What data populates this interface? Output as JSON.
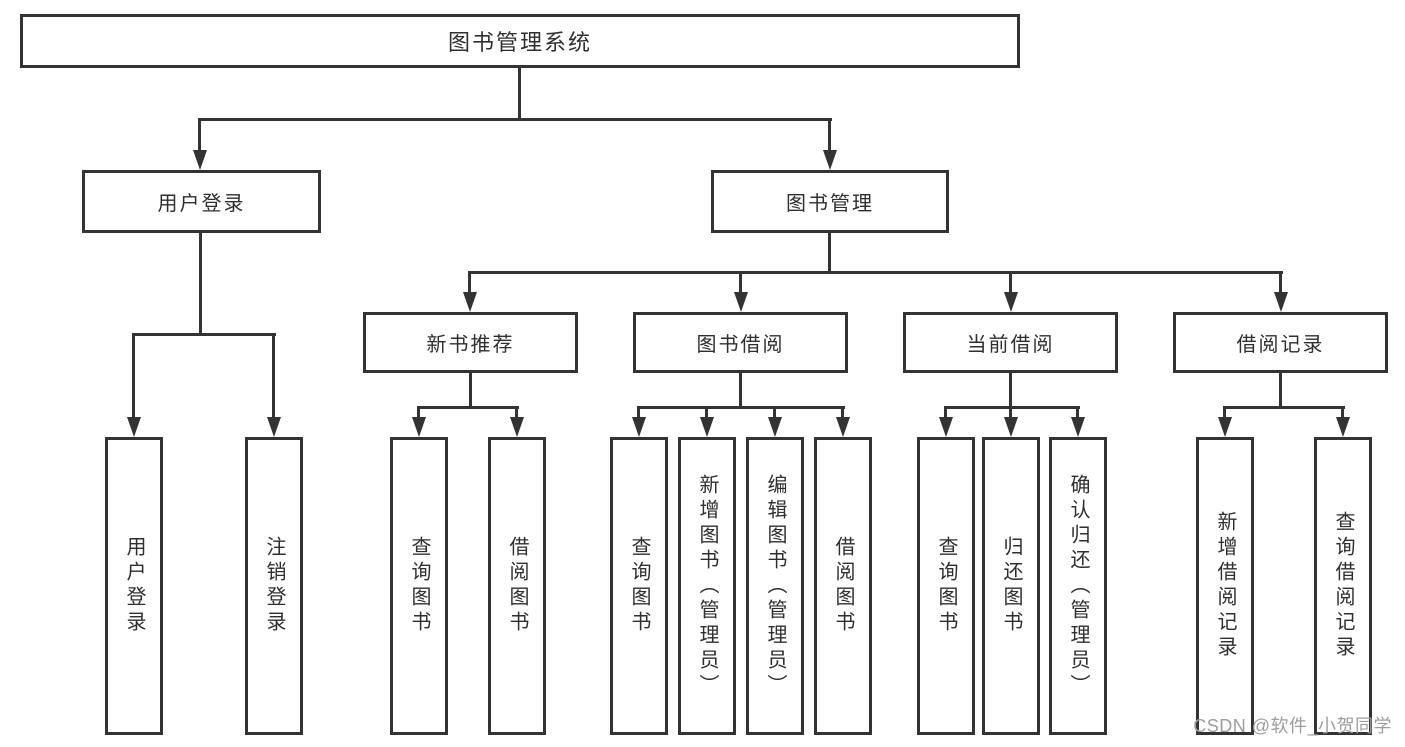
{
  "diagram": {
    "root": {
      "label": "图书管理系统"
    },
    "level2": {
      "user_login": {
        "label": "用户登录"
      },
      "book_management": {
        "label": "图书管理"
      }
    },
    "level3": {
      "new_book_recommend": {
        "label": "新书推荐"
      },
      "book_borrowing": {
        "label": "图书借阅"
      },
      "current_borrowing": {
        "label": "当前借阅"
      },
      "borrowing_records": {
        "label": "借阅记录"
      }
    },
    "leaves": {
      "user_login": {
        "label": "用户登录"
      },
      "logout": {
        "label": "注销登录"
      },
      "query_books_recommend": {
        "label": "查询图书"
      },
      "borrow_books_recommend": {
        "label": "借阅图书"
      },
      "query_books_borrowing": {
        "label": "查询图书"
      },
      "add_book_admin": {
        "label": "新增图书（管理员）"
      },
      "edit_book_admin": {
        "label": "编辑图书（管理员）"
      },
      "borrow_books_borrowing": {
        "label": "借阅图书"
      },
      "query_books_current": {
        "label": "查询图书"
      },
      "return_book": {
        "label": "归还图书"
      },
      "confirm_return_admin": {
        "label": "确认归还（管理员）"
      },
      "add_borrow_record": {
        "label": "新增借阅记录"
      },
      "query_borrow_record": {
        "label": "查询借阅记录"
      }
    },
    "colors": {
      "line": "#333333",
      "text": "#2f2f2f",
      "watermark": "#9e9e9e",
      "background": "#ffffff"
    },
    "watermark": "CSDN @软件_小贺同学"
  }
}
